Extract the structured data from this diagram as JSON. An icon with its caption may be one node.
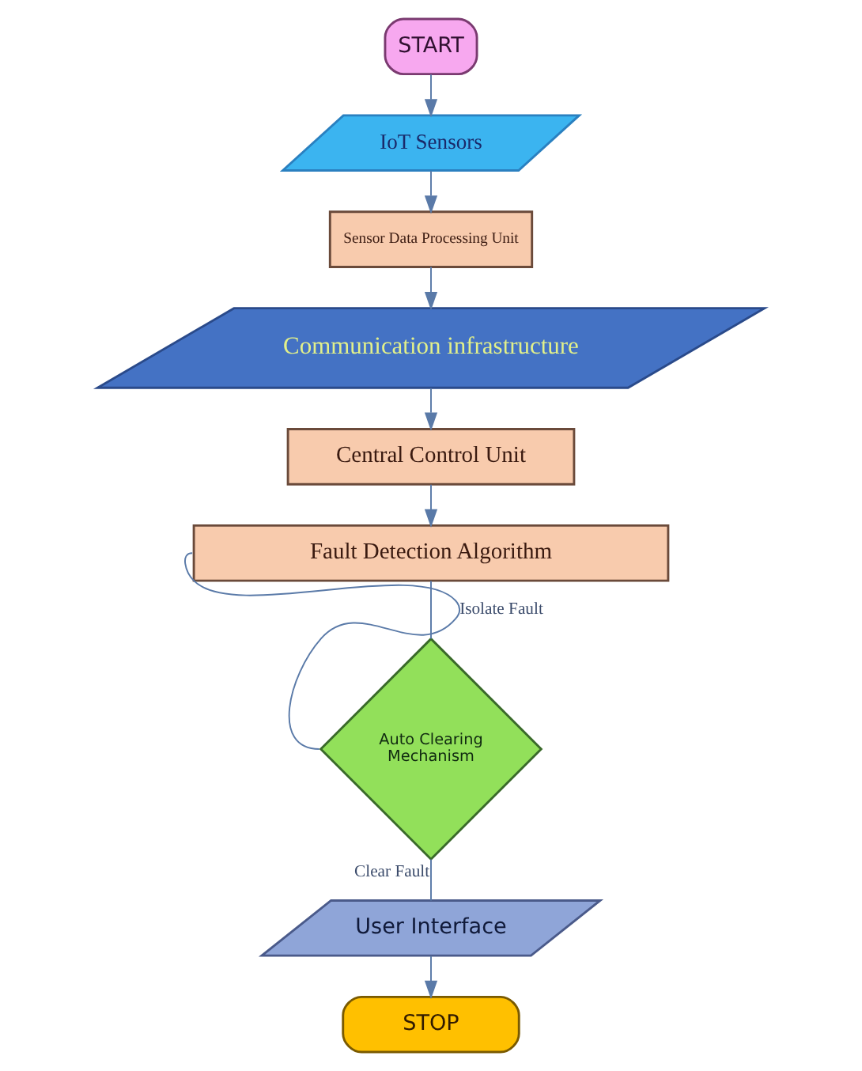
{
  "diagram": {
    "nodes": [
      {
        "text": [
          "START"
        ]
      },
      {
        "text": [
          "IoT Sensors"
        ]
      },
      {
        "text": [
          "Sensor Data Processing Unit"
        ]
      },
      {
        "text": [
          "Communication infrastructure"
        ]
      },
      {
        "text": [
          "Central Control Unit"
        ]
      },
      {
        "text": [
          "Fault Detection Algorithm"
        ]
      },
      {
        "text": [
          "Auto Clearing Mechanism"
        ]
      },
      {
        "text": [
          "User Interface"
        ]
      },
      {
        "text": [
          "STOP"
        ]
      }
    ],
    "edges": [
      {
        "from": 0,
        "to": 1,
        "arrow": "to"
      },
      {
        "from": 1,
        "to": 2,
        "arrow": "to"
      },
      {
        "from": 2,
        "to": 3,
        "arrow": "to"
      },
      {
        "from": 3,
        "to": 4,
        "arrow": "to"
      },
      {
        "from": 4,
        "to": 5,
        "arrow": "to"
      },
      {
        "from": 5,
        "to": 6,
        "arrow": "none"
      },
      {
        "from": 6,
        "to": 5,
        "arrow": "none",
        "label": "Isolate Fault"
      },
      {
        "from": 6,
        "to": 7,
        "arrow": "none",
        "label": "Clear Fault"
      },
      {
        "from": 7,
        "to": 8,
        "arrow": "to"
      }
    ]
  }
}
